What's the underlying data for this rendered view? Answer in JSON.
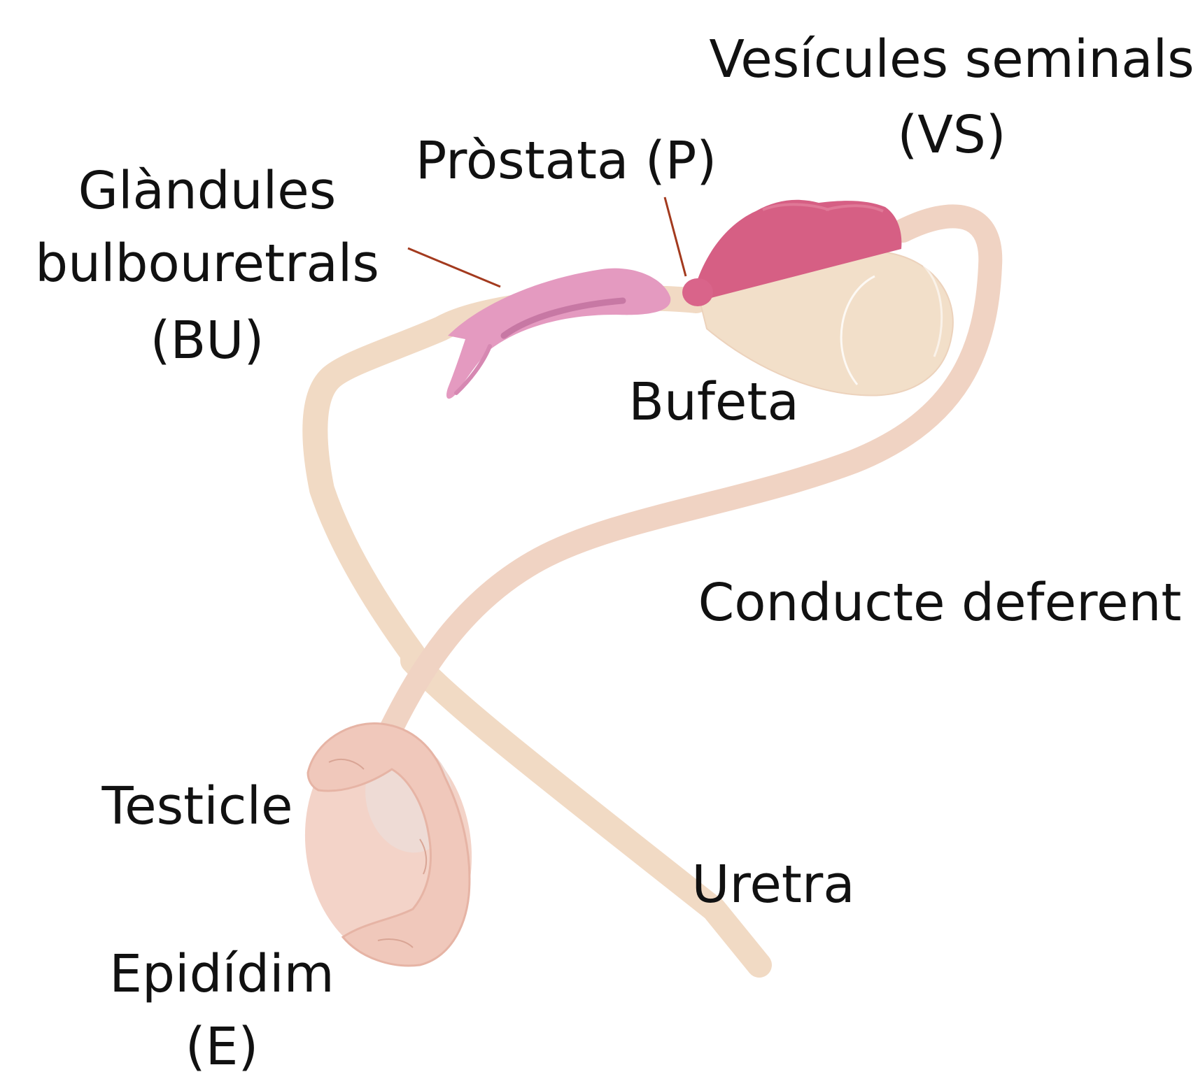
{
  "labels": {
    "vesicules_line1": "Vesícules seminals",
    "vesicules_line2": "(VS)",
    "prostata": "Pròstata (P)",
    "glandules_line1": "Glàndules",
    "glandules_line2": "bulbouretrals",
    "glandules_line3": "(BU)",
    "bufeta": "Bufeta",
    "conducte": "Conducte deferent",
    "testicle": "Testicle",
    "uretra": "Uretra",
    "epididim_line1": "Epidídim",
    "epididim_line2": "(E)"
  },
  "colors": {
    "background": "#ffffff",
    "tube": "#f1dac4",
    "tube_shade": "#eccab8",
    "bladder": "#f2dfc9",
    "seminal_vesicles": "#d65f84",
    "prostate": "#d9648a",
    "bulbourethral": "#e49ac0",
    "bulbourethral_dark": "#c778a4",
    "testicle": "#f3d3c8",
    "testicle_inner": "#eedbd5",
    "epididymis": "#f0c8bb",
    "leader_line": "#a33a1e",
    "text": "#111111"
  }
}
